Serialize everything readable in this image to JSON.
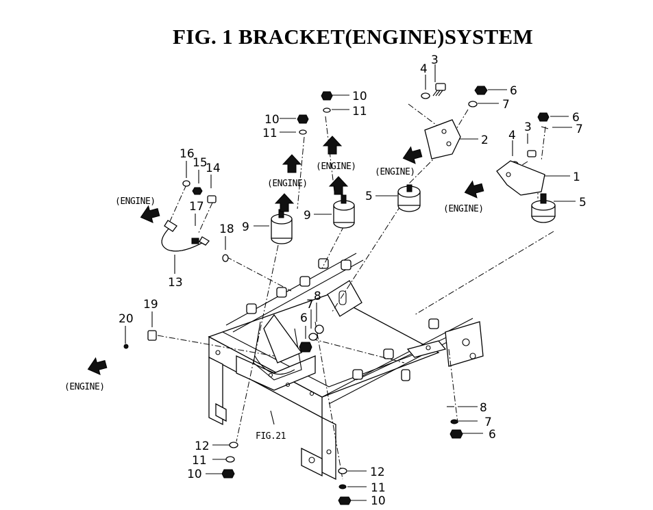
{
  "title": "FIG. 1  BRACKET(ENGINE)SYSTEM",
  "engine_label": "(ENGINE)",
  "fig_ref": "FIG.21",
  "callouts": [
    {
      "id": "c-3a",
      "text": "3"
    },
    {
      "id": "c-4a",
      "text": "4"
    },
    {
      "id": "c-6a",
      "text": "6"
    },
    {
      "id": "c-7a",
      "text": "7"
    },
    {
      "id": "c-2",
      "text": "2"
    },
    {
      "id": "c-6b",
      "text": "6"
    },
    {
      "id": "c-7b",
      "text": "7"
    },
    {
      "id": "c-3b",
      "text": "3"
    },
    {
      "id": "c-4b",
      "text": "4"
    },
    {
      "id": "c-1",
      "text": "1"
    },
    {
      "id": "c-5b",
      "text": "5"
    },
    {
      "id": "c-5a",
      "text": "5"
    },
    {
      "id": "c-10a",
      "text": "10"
    },
    {
      "id": "c-11a",
      "text": "11"
    },
    {
      "id": "c-10b",
      "text": "10"
    },
    {
      "id": "c-11b",
      "text": "11"
    },
    {
      "id": "c-9a",
      "text": "9"
    },
    {
      "id": "c-9b",
      "text": "9"
    },
    {
      "id": "c-16",
      "text": "16"
    },
    {
      "id": "c-15",
      "text": "15"
    },
    {
      "id": "c-14",
      "text": "14"
    },
    {
      "id": "c-17",
      "text": "17"
    },
    {
      "id": "c-18",
      "text": "18"
    },
    {
      "id": "c-13",
      "text": "13"
    },
    {
      "id": "c-19",
      "text": "19"
    },
    {
      "id": "c-20",
      "text": "20"
    },
    {
      "id": "c-7c",
      "text": "7"
    },
    {
      "id": "c-8a",
      "text": "8"
    },
    {
      "id": "c-6c",
      "text": "6"
    },
    {
      "id": "c-8b",
      "text": "8"
    },
    {
      "id": "c-7d",
      "text": "7"
    },
    {
      "id": "c-6d",
      "text": "6"
    },
    {
      "id": "c-12a",
      "text": "12"
    },
    {
      "id": "c-11c",
      "text": "11"
    },
    {
      "id": "c-10c",
      "text": "10"
    },
    {
      "id": "c-12b",
      "text": "12"
    },
    {
      "id": "c-11d",
      "text": "11"
    },
    {
      "id": "c-10d",
      "text": "10"
    }
  ]
}
